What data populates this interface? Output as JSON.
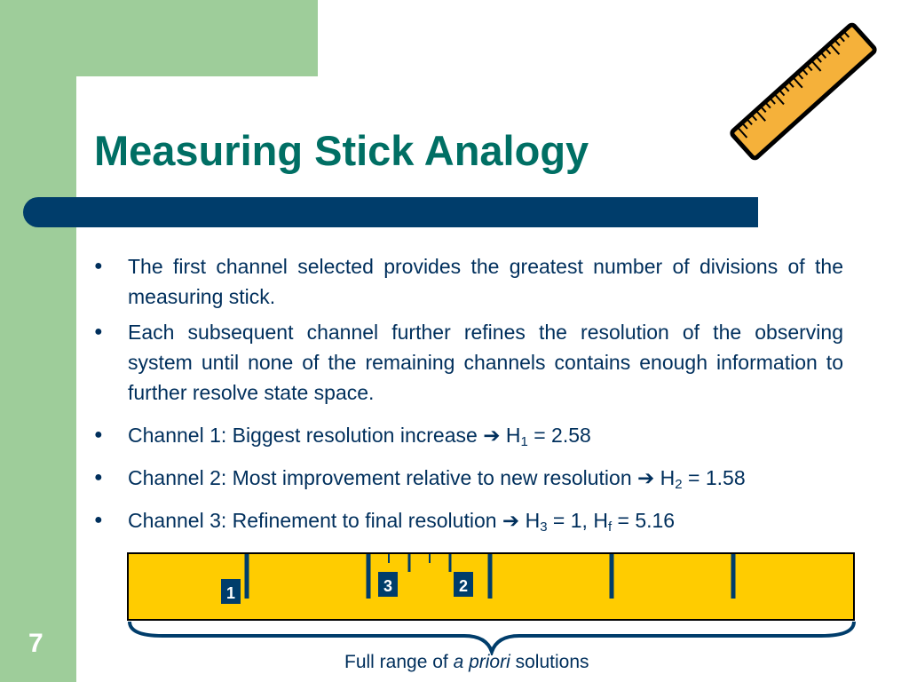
{
  "slide": {
    "title": "Measuring Stick Analogy",
    "page_number": "7",
    "bullets": [
      "The first channel selected provides the greatest number of divisions of the measuring stick.",
      "Each subsequent channel further refines the resolution of the observing system until none of the remaining channels contains enough information to further resolve state space."
    ],
    "channels": [
      {
        "text": "Channel 1: Biggest resolution increase ",
        "arrow": "➔",
        "h_label": " H",
        "h_sub": "1",
        "h_rest": " = 2.58"
      },
      {
        "text": "Channel 2: Most improvement relative to new resolution ",
        "arrow": "➔",
        "h_label": " H",
        "h_sub": "2",
        "h_rest": " = 1.58"
      },
      {
        "text": "Channel 3: Refinement to final resolution ",
        "arrow": "➔",
        "h_label": " H",
        "h_sub": "3",
        "h_rest": " = 1, H",
        "h_sub2": "f",
        "h_rest2": " = 5.16"
      }
    ],
    "bullet_glyph": "●"
  },
  "diagram": {
    "labels": [
      "1",
      "3",
      "2"
    ],
    "caption_prefix": "Full range of ",
    "caption_italic": "a priori",
    "caption_suffix": " solutions",
    "bar_color": "#ffcc00",
    "label_color": "#003d6b"
  },
  "colors": {
    "accent_green": "#9ecd9a",
    "title_teal": "#006f64",
    "bar_navy": "#003d6b",
    "text_navy": "#002f5c"
  },
  "icons": {
    "ruler": "ruler-icon"
  }
}
